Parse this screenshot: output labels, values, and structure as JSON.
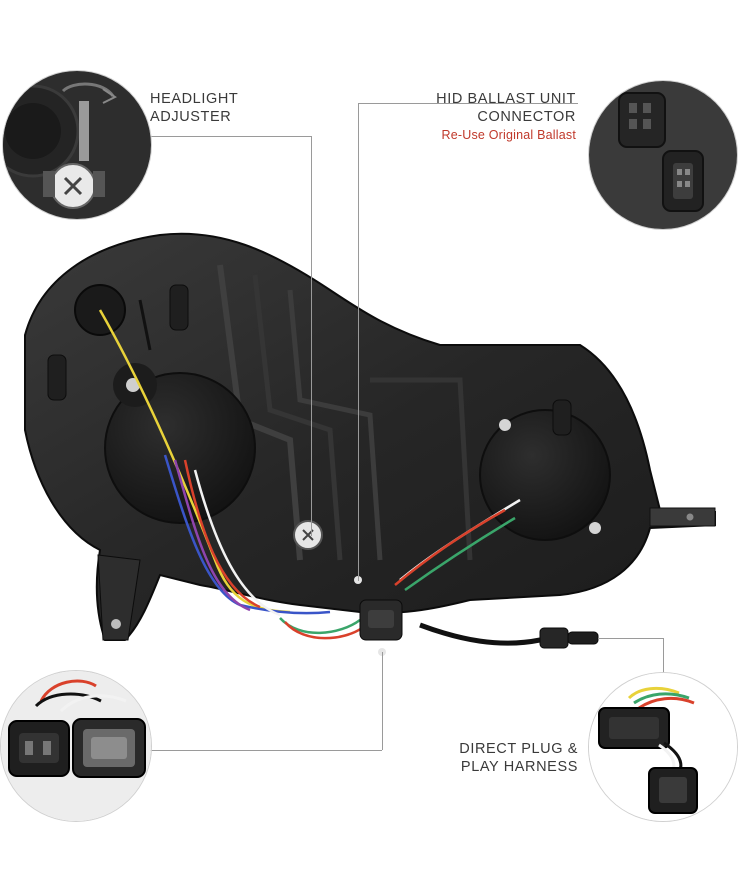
{
  "callouts": {
    "headlight_adjuster": {
      "line1": "HEADLIGHT",
      "line2": "ADJUSTER"
    },
    "hid_ballast": {
      "line1": "HID BALLAST UNIT",
      "line2": "CONNECTOR",
      "note": "Re-Use Original Ballast"
    },
    "direct_plug": {
      "line1": "DIRECT PLUG &",
      "line2": "PLAY HARNESS"
    }
  },
  "colors": {
    "housing": "#2a2a2a",
    "housing_dark": "#151515",
    "label_text": "#3a3a3a",
    "note_red": "#c0392b",
    "wire_yellow": "#e8d23a",
    "wire_red": "#d9412b",
    "wire_blue": "#3a55c8",
    "wire_green": "#3aa56a",
    "wire_white": "#f2f2f2"
  }
}
